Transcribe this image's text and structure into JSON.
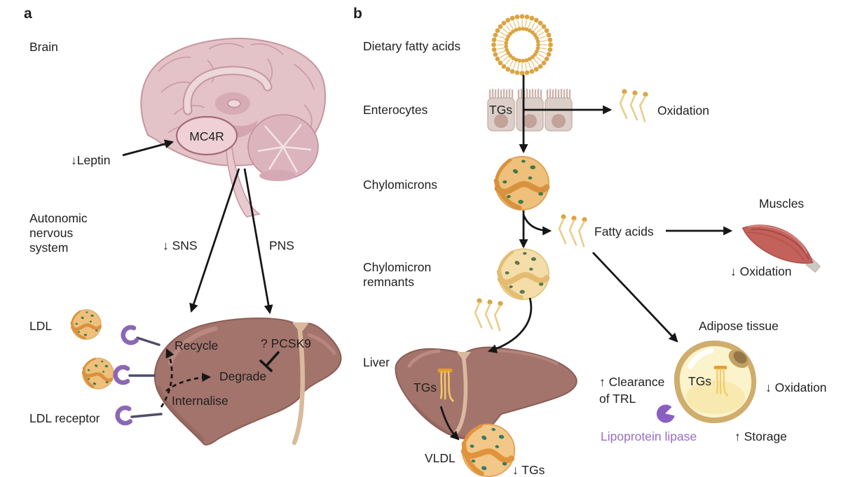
{
  "panel_a": {
    "letter": "a",
    "brain": "Brain",
    "mc4r": "MC4R",
    "leptin": "↓Leptin",
    "autonomic_lines": [
      "Autonomic",
      "nervous",
      "system"
    ],
    "sns": "↓ SNS",
    "pns": "PNS",
    "ldl": "LDL",
    "ldl_receptor": "LDL receptor",
    "recycle": "Recycle",
    "pcsk9": "? PCSK9",
    "degrade": "Degrade",
    "internalise": "Internalise"
  },
  "panel_b": {
    "letter": "b",
    "dietary_fatty_acids": "Dietary fatty acids",
    "enterocytes": "Enterocytes",
    "enterocyte_tgs": "TGs",
    "oxidation": "Oxidation",
    "chylomicrons": "Chylomicrons",
    "fatty_acids": "Fatty acids",
    "muscles": "Muscles",
    "muscle_oxidation": "↓ Oxidation",
    "remnant_lines": [
      "Chylomicron",
      "remnants"
    ],
    "liver": "Liver",
    "liver_tgs": "TGs",
    "vldl": "VLDL",
    "vldl_tgs": "↓ TGs",
    "adipose_tissue": "Adipose tissue",
    "clearance_lines": [
      "↑ Clearance",
      "of TRL"
    ],
    "adipose_tgs": "TGs",
    "adipose_oxidation": "↓ Oxidation",
    "lipoprotein_lipase": "Lipoprotein lipase",
    "storage": "↑ Storage"
  },
  "colors": {
    "background": "#ffffff",
    "text": "#1f1f1f",
    "arrow_black": "#161616",
    "brain_pink": "#e3c2c8",
    "brain_outline": "#c795a0",
    "mc4r_fill": "#eed0d6",
    "liver_brown": "#a3746c",
    "liver_shade": "#8c5e56",
    "ligament_tan": "#d9ba9d",
    "lipoprotein_orange": "#eec07b",
    "lipoprotein_band": "#d8923d",
    "speck_green": "#3f7a4c",
    "remnant_light": "#f4dda8",
    "vldl_speck_teal": "#2f7d66",
    "receptor_purple": "#8b68b5",
    "lipase_purple": "#8a5fc4",
    "lipase_text_purple": "#9a6cc3",
    "enterocyte_beige": "#dccfc9",
    "fatty_acid_gold": "#d9a53e",
    "muscle_red": "#c2625b",
    "adipocyte_cream": "#fbf3cb",
    "adipocyte_border": "#cfad6c",
    "tg_orange": "#e89b2d"
  }
}
